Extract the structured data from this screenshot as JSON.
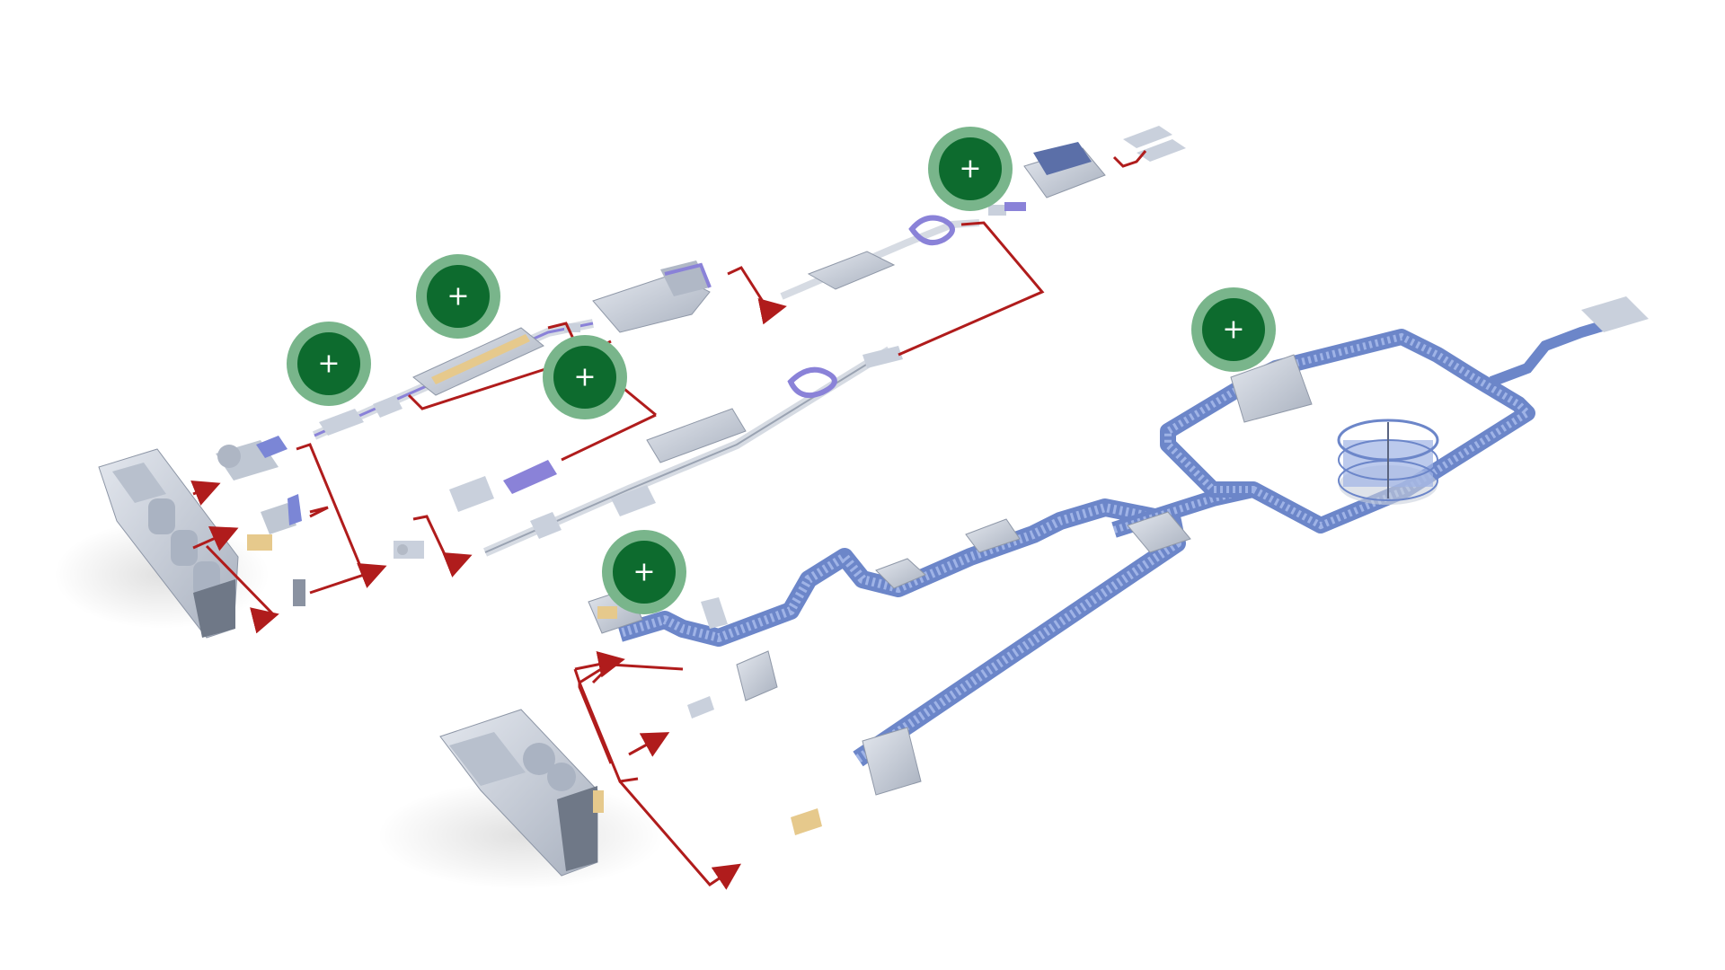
{
  "colors": {
    "background": "#ffffff",
    "flow_arrow": "#b01c1c",
    "hotspot_ring": "#79b58b",
    "hotspot_core": "#0d6b2e",
    "hotspot_plus": "#ffffff",
    "conveyor": "#6c86c9",
    "conveyor_roller": "#9fb3e6",
    "machine_body": "#c9d0dc",
    "machine_shadow": "#9aa3b2",
    "accent_purple": "#8a82d8",
    "product_tan": "#e6c98c"
  },
  "hotspots": [
    {
      "id": "dough-forming",
      "label": "+",
      "icon": "plus-icon"
    },
    {
      "id": "sheeting-line",
      "label": "+",
      "icon": "plus-icon"
    },
    {
      "id": "baking-oven",
      "label": "+",
      "icon": "plus-icon"
    },
    {
      "id": "packaging-cell",
      "label": "+",
      "icon": "plus-icon"
    },
    {
      "id": "spiral-cooler",
      "label": "+",
      "icon": "plus-icon"
    },
    {
      "id": "bread-proofing",
      "label": "+",
      "icon": "plus-icon"
    }
  ]
}
